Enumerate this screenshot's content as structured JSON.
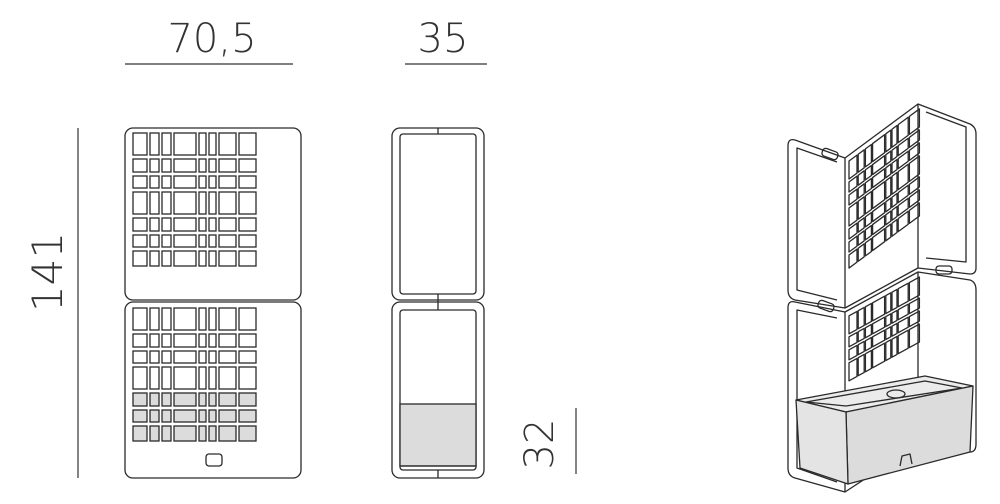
{
  "dimensions": {
    "width": "70,5",
    "depth": "35",
    "height": "141",
    "planter_height": "32"
  },
  "colors": {
    "stroke": "#2a2a2a",
    "planter_fill": "#dcdcdc",
    "background": "#ffffff"
  }
}
